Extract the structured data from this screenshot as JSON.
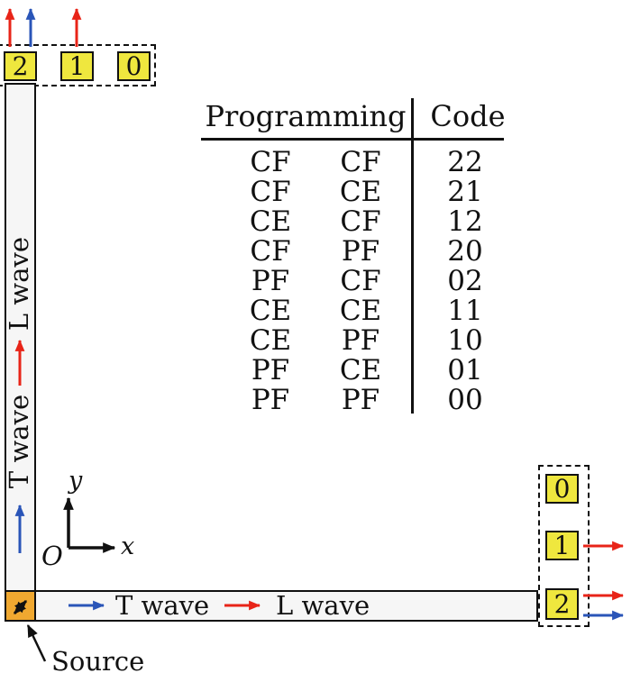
{
  "colors": {
    "red": "#e82418",
    "blue": "#2a55b8",
    "yellow": "#efe73e",
    "orange": "#f0a830",
    "bar_fill": "#f6f6f6",
    "ink": "#111111"
  },
  "ports": {
    "top": [
      {
        "label": "2",
        "arrows_up": [
          "red",
          "blue"
        ]
      },
      {
        "label": "1",
        "arrows_up": [
          "red"
        ]
      },
      {
        "label": "0",
        "arrows_up": []
      }
    ],
    "right": [
      {
        "label": "0",
        "arrows_right": []
      },
      {
        "label": "1",
        "arrows_right": [
          "red"
        ]
      },
      {
        "label": "2",
        "arrows_right": [
          "red",
          "blue"
        ]
      }
    ]
  },
  "waveguides": {
    "vertical": {
      "labels": [
        {
          "text": "T wave",
          "arrow": "blue"
        },
        {
          "text": "L wave",
          "arrow": "red"
        }
      ]
    },
    "horizontal": {
      "labels": [
        {
          "text": "T wave",
          "arrow": "blue"
        },
        {
          "text": "L wave",
          "arrow": "red"
        }
      ]
    }
  },
  "axes": {
    "x_label": "x",
    "y_label": "y",
    "origin_label": "O"
  },
  "source": {
    "label": "Source"
  },
  "table": {
    "headers": {
      "programming": "Programming",
      "code": "Code"
    },
    "rows": [
      {
        "p1": "CF",
        "p2": "CF",
        "code": "22"
      },
      {
        "p1": "CF",
        "p2": "CE",
        "code": "21"
      },
      {
        "p1": "CE",
        "p2": "CF",
        "code": "12"
      },
      {
        "p1": "CF",
        "p2": "PF",
        "code": "20"
      },
      {
        "p1": "PF",
        "p2": "CF",
        "code": "02"
      },
      {
        "p1": "CE",
        "p2": "CE",
        "code": "11"
      },
      {
        "p1": "CE",
        "p2": "PF",
        "code": "10"
      },
      {
        "p1": "PF",
        "p2": "CE",
        "code": "01"
      },
      {
        "p1": "PF",
        "p2": "PF",
        "code": "00"
      }
    ]
  }
}
